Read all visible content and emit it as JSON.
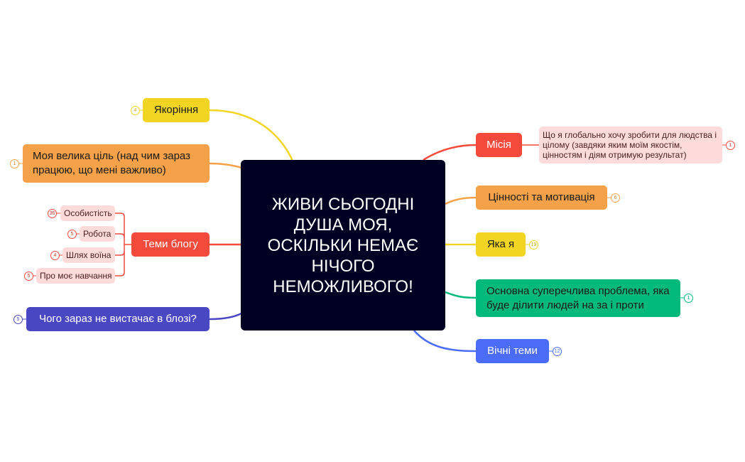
{
  "central": {
    "text": "ЖИВИ СЬОГОДНІ ДУША МОЯ, ОСКІЛЬКИ НЕМАЄ НІЧОГО НЕМОЖЛИВОГО!",
    "color": "#000022"
  },
  "left_branches": [
    {
      "label": "Якоріння",
      "count": "4",
      "color": "#f2d422"
    },
    {
      "label": "Моя велика ціль (над чим зараз працюю, що мені важливо)",
      "count": "1",
      "color": "#f5a14a"
    },
    {
      "label": "Теми блогу",
      "color": "#f44a3c",
      "children": [
        {
          "label": "Особистість",
          "count": "36"
        },
        {
          "label": "Робота",
          "count": "5"
        },
        {
          "label": "Шлях воїна",
          "count": "4"
        },
        {
          "label": "Про моє навчання",
          "count": "5"
        }
      ]
    },
    {
      "label": "Чого зараз не вистачає в блозі?",
      "count": "5",
      "color": "#4a47c2"
    }
  ],
  "right_branches": [
    {
      "label": "Місія",
      "color": "#f44a3c",
      "child": {
        "label": "Що я глобально хочу зробити для людства і цілому (завдяки яким моїм якостім, цінностям і діям отримую результат)",
        "count": "1"
      }
    },
    {
      "label": "Цінності та мотивація",
      "count": "6",
      "color": "#f5a14a"
    },
    {
      "label": "Яка я",
      "count": "19",
      "color": "#f2d422"
    },
    {
      "label": "Основна суперечлива проблема, яка буде ділити людей на за і проти",
      "count": "1",
      "color": "#00b97a"
    },
    {
      "label": "Вічні теми",
      "count": "12",
      "color": "#4a6cf7"
    }
  ]
}
